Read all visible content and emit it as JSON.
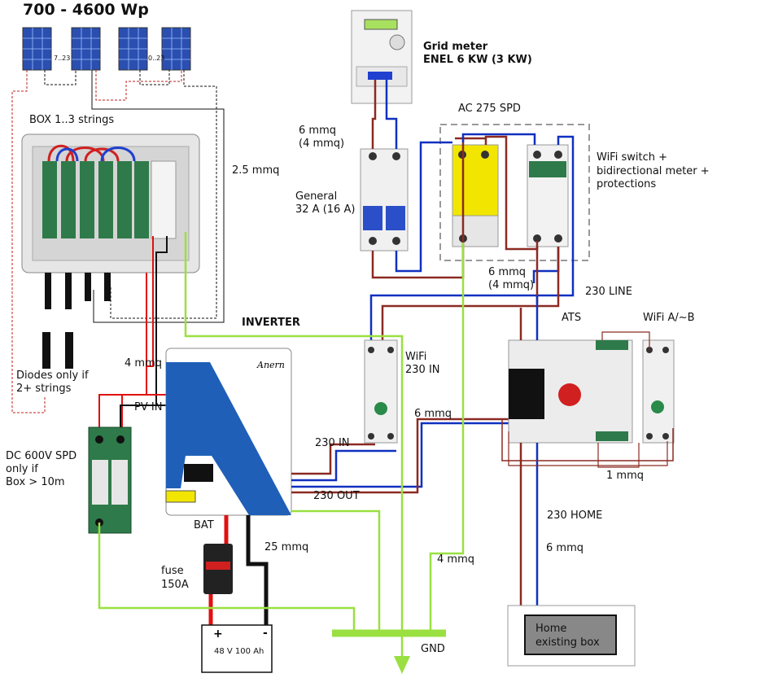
{
  "labels": {
    "power_range": "700 - 4600 Wp",
    "string_1": "7..23",
    "string_2": "0..23",
    "box_strings": "BOX 1..3 strings",
    "cable_dc_pv": "2.5 mmq",
    "diodes_line1": "Diodes only if",
    "diodes_line2": "2+ strings",
    "grid_meter_title": "Grid meter",
    "grid_meter_sub": "ENEL  6 KW  (3 KW)",
    "ac_spd": "AC 275 SPD",
    "cable_grid_1": "6 mmq",
    "cable_grid_2": "(4 mmq)",
    "general_1": "General",
    "general_2": "32 A (16 A)",
    "wifi_switch_1": "WiFi switch +",
    "wifi_switch_2": "bidirectional meter +",
    "wifi_switch_3": "protections",
    "cable_mid_1": "6 mmq",
    "cable_mid_2": "(4 mmq)",
    "line_230": "230 LINE",
    "inverter": "INVERTER",
    "ats": "ATS",
    "wifi_ab": "WiFi A/~B",
    "cable_pv_in": "4 mmq",
    "pv_in": "PV IN",
    "wifi_230_in_1": "WiFi",
    "wifi_230_in_2": "230 IN",
    "cable_ats": "6 mmq",
    "dc_spd_1": "DC 600V SPD",
    "dc_spd_2": "only if",
    "dc_spd_3": "Box > 10m",
    "in_230": "230 IN",
    "out_230": "230 OUT",
    "cable_signal": "1 mmq",
    "bat": "BAT",
    "cable_bat": "25 mmq",
    "home_230": "230 HOME",
    "cable_home": "6 mmq",
    "fuse_1": "fuse",
    "fuse_2": "150A",
    "cable_gnd": "4 mmq",
    "home_box_1": "Home",
    "home_box_2": "existing box",
    "battery": "48 V   100 Ah",
    "gnd": "GND",
    "battery_plus": "+",
    "battery_minus": "-",
    "inverter_brand": "Anern"
  },
  "colors": {
    "phase": "#8b2a22",
    "neutral": "#1030c0",
    "ground": "#99e040",
    "dc_positive": "#e01010",
    "dc_negative": "#111111",
    "inverter_blue": "#1f5fb8",
    "spd_green": "#2e7a4a",
    "ac_spd_yellow": "#f2e600"
  }
}
